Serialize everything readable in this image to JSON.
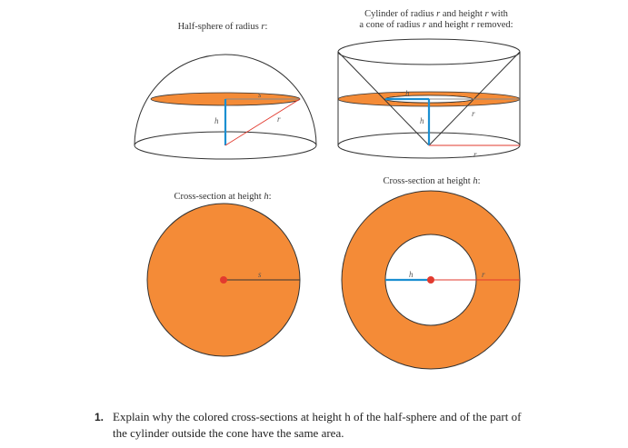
{
  "captions": {
    "hemisphere_prefix": "Half-sphere of radius ",
    "hemisphere_var": "r",
    "hemisphere_suffix": ":",
    "cylinder_line1_a": "Cylinder of radius ",
    "cylinder_line1_var1": "r",
    "cylinder_line1_b": " and height ",
    "cylinder_line1_var2": "r",
    "cylinder_line1_c": " with",
    "cylinder_line2_a": "a cone of radius ",
    "cylinder_line2_var1": "r",
    "cylinder_line2_b": " and height ",
    "cylinder_line2_var2": "r",
    "cylinder_line2_c": " removed:",
    "cross_left_prefix": "Cross-section at height ",
    "cross_left_var": "h",
    "cross_left_suffix": ":",
    "cross_right_prefix": "Cross-section at height ",
    "cross_right_var": "h",
    "cross_right_suffix": ":"
  },
  "labels": {
    "s": "s",
    "h": "h",
    "r": "r"
  },
  "colors": {
    "orange": "#F48B37",
    "blue": "#1B8FD1",
    "red": "#E23A2E",
    "outline": "#333333"
  },
  "question": {
    "number": "1.",
    "line1": "Explain why the colored cross-sections at height h of the half-sphere and of the part of",
    "line2": "the cylinder outside the cone have the same area."
  }
}
